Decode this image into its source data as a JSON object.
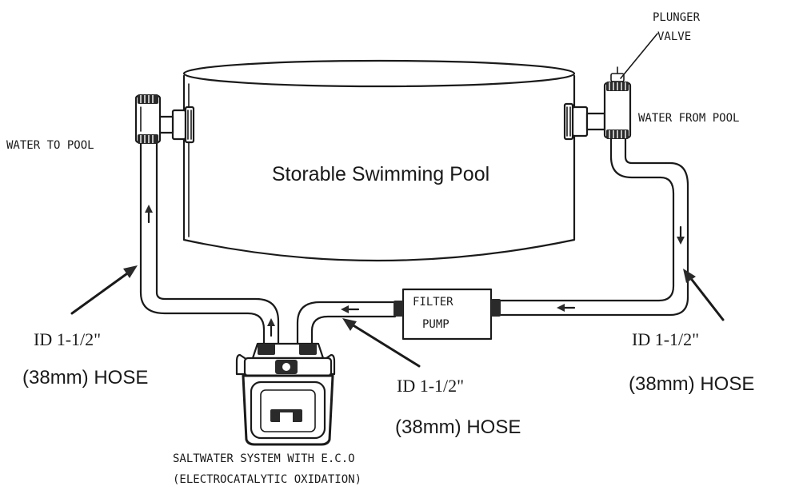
{
  "diagram": {
    "pool_title": "Storable Swimming Pool",
    "plunger_valve_line1": "PLUNGER",
    "plunger_valve_line2": "VALVE",
    "water_to_pool": "WATER TO POOL",
    "water_from_pool": "WATER FROM POOL",
    "filter_pump_line1": "FILTER",
    "filter_pump_line2": "PUMP",
    "hose_left_line1": "ID 1-1/2\"",
    "hose_left_line2": "(38mm) HOSE",
    "hose_middle_line1": "ID 1-1/2\"",
    "hose_middle_line2": "(38mm) HOSE",
    "hose_right_line1": "ID 1-1/2\"",
    "hose_right_line2": "(38mm) HOSE",
    "saltwater_line1": "SALTWATER SYSTEM WITH E.C.O",
    "saltwater_line2": "(ELECTROCATALYTIC OXIDATION)"
  }
}
